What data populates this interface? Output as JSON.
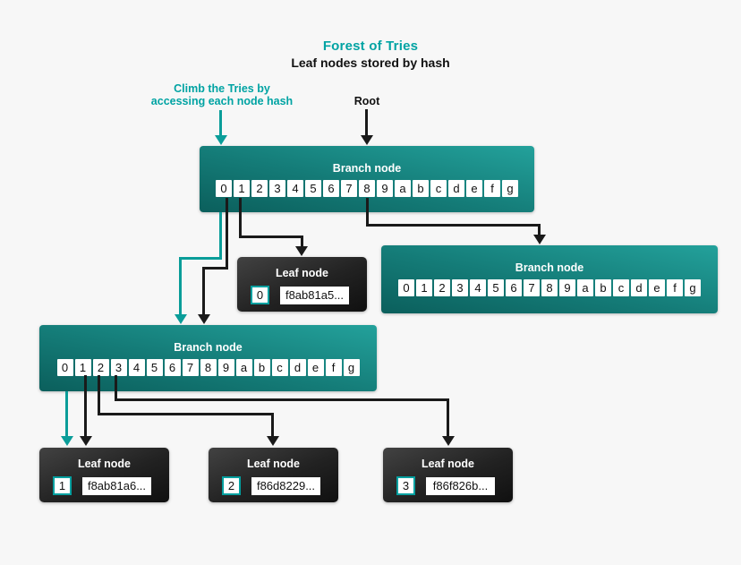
{
  "header": {
    "title": "Forest of Tries",
    "subtitle": "Leaf nodes stored by hash"
  },
  "annotations": {
    "climb_label": "Climb the Tries by\naccessing each node hash",
    "root_label": "Root"
  },
  "colors": {
    "accent_teal": "#00a3a3",
    "arrow_teal": "#0a9d99",
    "arrow_black": "#1a1a1a",
    "branch_gradient_dark": "#0b5f5c",
    "branch_gradient_light": "#23a19b",
    "leaf_gradient_light": "#424242",
    "leaf_gradient_dark": "#101010",
    "background": "#f7f7f7"
  },
  "branch_cells": [
    "0",
    "1",
    "2",
    "3",
    "4",
    "5",
    "6",
    "7",
    "8",
    "9",
    "a",
    "b",
    "c",
    "d",
    "e",
    "f",
    "g"
  ],
  "nodes": {
    "branch_top": {
      "title": "Branch node"
    },
    "branch_right": {
      "title": "Branch node"
    },
    "branch_left": {
      "title": "Branch node"
    },
    "leaf_0": {
      "title": "Leaf node",
      "index": "0",
      "hash": "f8ab81a5..."
    },
    "leaf_1": {
      "title": "Leaf node",
      "index": "1",
      "hash": "f8ab81a6..."
    },
    "leaf_2": {
      "title": "Leaf node",
      "index": "2",
      "hash": "f86d8229..."
    },
    "leaf_3": {
      "title": "Leaf node",
      "index": "3",
      "hash": "f86f826b..."
    }
  }
}
